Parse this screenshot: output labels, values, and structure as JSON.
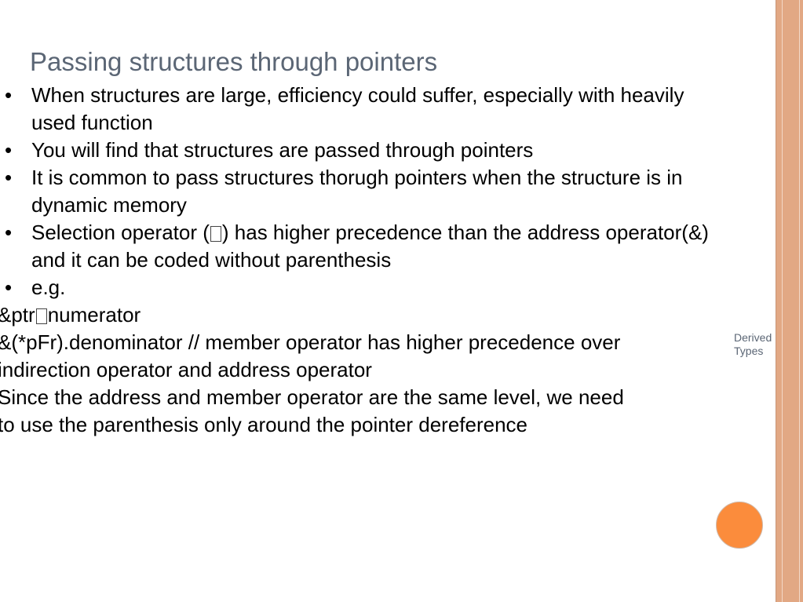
{
  "slide": {
    "title": "Passing structures through pointers",
    "bullets": [
      {
        "marker": "•",
        "text": "When structures are large, efficiency could suffer, especially with heavily used function"
      },
      {
        "marker": "•",
        "text": "You will find that structures are passed through pointers"
      },
      {
        "marker": "•",
        "text": "It is common to pass structures thorugh pointers when the structure is in dynamic memory"
      },
      {
        "marker": "•",
        "before": "Selection operator (",
        "after": ") has higher precedence than the address operator(&) and it can be coded without parenthesis"
      },
      {
        "marker": "•",
        "text": "e.g."
      }
    ],
    "code_line_1": {
      "before": "&ptr",
      "after": "numerator"
    },
    "code_line_2": "&(*pFr).denominator // member operator has higher precedence over",
    "code_line_3": "indirection operator and address operator",
    "note_line_1": "Since the address and member operator are the same level, we need",
    "note_line_2": "to use the parenthesis only around the pointer dereference",
    "footer_line_1": "Derived",
    "footer_line_2": "Types"
  },
  "colors": {
    "title": "#5b6675",
    "accent_circle": "#fb8c3c",
    "side_stripe": "#e2a884"
  }
}
